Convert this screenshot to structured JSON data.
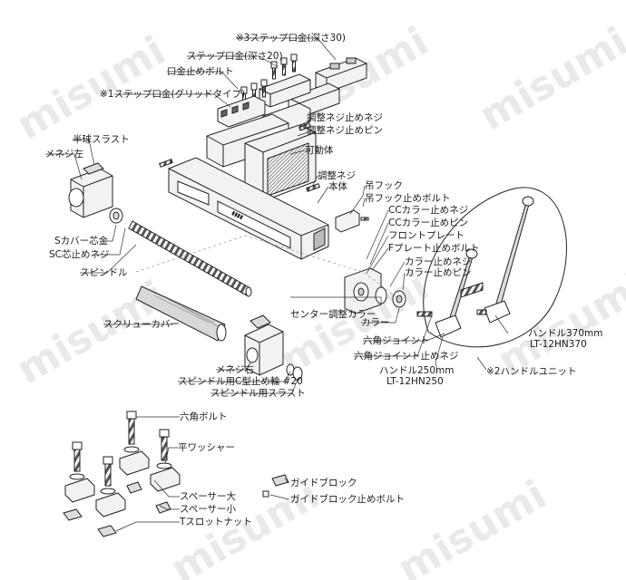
{
  "watermark": "misumi",
  "colors": {
    "part_fill": "#f2f2f2",
    "part_stroke": "#222222",
    "accent_cyan": "#3aa0c8",
    "leader": "#333333"
  },
  "labels": {
    "step_jaw_30": "※3ステップ口金(深さ30)",
    "step_jaw_20": "ステップ口金(深さ20)",
    "jaw_bolt": "口金止めボルト",
    "step_jaw_grid": "※1ステップ口金(グリッドタイプ)",
    "adjust_screw_stop": "調整ネジ止めネジ",
    "adjust_screw_pin": "調整ネジ止めピン",
    "movable_body": "可動体",
    "adjust_screw": "調整ネジ",
    "body": "本体",
    "half_thrust": "半球スラスト",
    "female_left": "メネジ左",
    "s_cover": "Sカバー芯金",
    "sc_screw": "SC芯止めネジ",
    "spindle": "スピンドル",
    "hook": "吊フック",
    "hook_bolt": "吊フック止めボルト",
    "cc_collar_screw": "CCカラー止めネジ",
    "cc_collar_pin": "CCカラー止めピン",
    "front_plate": "フロントプレート",
    "f_plate_bolt": "Fプレート止めボルト",
    "collar_screw": "カラー止めネジ",
    "collar_pin": "カラー止めピン",
    "center_collar": "センター調整カラー",
    "collar": "カラー",
    "screw_cover": "スクリューカバー",
    "hex_joint": "六角ジョイント",
    "hex_joint_screw": "六角ジョイント止めネジ",
    "handle_250": "ハンドル250mm",
    "handle_250_code": "LT-12HN250",
    "handle_370": "ハンドル370mm",
    "handle_370_code": "LT-12HN370",
    "handle_unit": "※2ハンドルユニット",
    "female_right": "メネジ右",
    "c_ring": "スピンドル用C型止め輪 #20",
    "spindle_thrust": "スピンドル用スラスト",
    "hex_bolt": "六角ボルト",
    "flat_washer": "平ワッシャー",
    "spacer_large": "スペーサー大",
    "spacer_small": "スペーサー小",
    "t_slot_nut": "Tスロットナット",
    "guide_block": "ガイドブロック",
    "guide_block_bolt": "ガイドブロック止めボルト"
  }
}
